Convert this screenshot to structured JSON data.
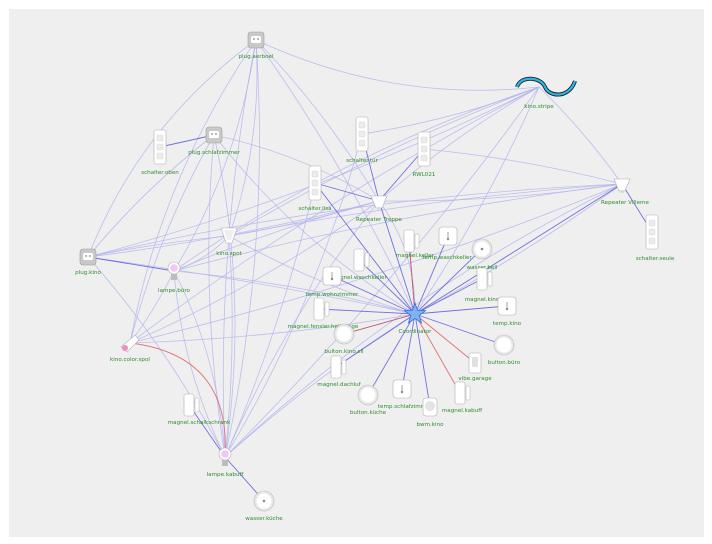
{
  "colors": {
    "background": "#efefef",
    "router_link": "#5b5bdc",
    "mesh_link": "#b4b4ee",
    "weak_link": "#e05a5a",
    "label": "#2e8b2e",
    "coordinator": "#7fb2ee"
  },
  "nodes": [
    {
      "id": "plug_aerboel",
      "label": "plug.aerboel",
      "icon": "plug-icon"
    },
    {
      "id": "kino_stripe",
      "label": "kino.stripe",
      "icon": "led-strip-icon"
    },
    {
      "id": "schalter_oben",
      "label": "schalter.oben",
      "icon": "wall-switch-icon"
    },
    {
      "id": "plug_schlafzimmer",
      "label": "plug.schlafzimmer",
      "icon": "plug-icon"
    },
    {
      "id": "schalter_tuer",
      "label": "schalter.tür",
      "icon": "wall-switch-icon"
    },
    {
      "id": "rwl021",
      "label": "RWL021",
      "icon": "wall-switch-icon"
    },
    {
      "id": "schalter_lisa",
      "label": "schalter.lisa",
      "icon": "wall-switch-icon"
    },
    {
      "id": "repeater_treppe",
      "label": "Repeater Treppe",
      "icon": "repeater-icon"
    },
    {
      "id": "repeater_villeme",
      "label": "Repeater Villeme",
      "icon": "repeater-icon"
    },
    {
      "id": "schalter_seule",
      "label": "schalter.seule",
      "icon": "wall-switch-icon"
    },
    {
      "id": "kino_spot",
      "label": "kino.spot",
      "icon": "spot-icon"
    },
    {
      "id": "plug_kino",
      "label": "plug.kino",
      "icon": "plug-icon"
    },
    {
      "id": "lampe_buero",
      "label": "lampe.büro",
      "icon": "bulb-icon"
    },
    {
      "id": "magnet_keller",
      "label": "magnel.keller",
      "icon": "door-sensor-icon"
    },
    {
      "id": "temp_waschkeller",
      "label": "temp.waschkeller",
      "icon": "temp-sensor-icon"
    },
    {
      "id": "wasser_bell",
      "label": "wasser.bell",
      "icon": "water-sensor-icon"
    },
    {
      "id": "magnet_waschkeller",
      "label": "magnel.waschkeller",
      "icon": "door-sensor-icon"
    },
    {
      "id": "temp_wohnzimmer",
      "label": "temp.wohnzimmer",
      "icon": "temp-sensor-icon"
    },
    {
      "id": "magnet_kino",
      "label": "magnel.kino",
      "icon": "door-sensor-icon"
    },
    {
      "id": "temp_kino",
      "label": "temp.kino",
      "icon": "temp-sensor-icon"
    },
    {
      "id": "magnet_fenster",
      "label": "magnel.fensler.helbelage",
      "icon": "door-sensor-icon"
    },
    {
      "id": "coordinator",
      "label": "Coordinator",
      "icon": "coordinator-star-icon"
    },
    {
      "id": "button_kino",
      "label": "bulton.kino.cil",
      "icon": "button-icon"
    },
    {
      "id": "button_buero",
      "label": "bulton.büro",
      "icon": "button-icon"
    },
    {
      "id": "kino_color_spot",
      "label": "kino.color.spol",
      "icon": "color-spot-icon"
    },
    {
      "id": "magnet_dachlufe",
      "label": "magnel.dachluf",
      "icon": "door-sensor-icon"
    },
    {
      "id": "vibe_garage",
      "label": "vibe.garage",
      "icon": "vibration-sensor-icon"
    },
    {
      "id": "temp_schlafzimmer",
      "label": "temp.schlafzimm",
      "icon": "temp-sensor-icon"
    },
    {
      "id": "button_kueche",
      "label": "bulton.küche",
      "icon": "button-icon"
    },
    {
      "id": "magnet_kabuff",
      "label": "magnel.kabuff",
      "icon": "door-sensor-icon"
    },
    {
      "id": "bwm_kino",
      "label": "bwm.kino",
      "icon": "motion-sensor-icon"
    },
    {
      "id": "magnet_schalkschrank",
      "label": "magnel.schalkschrank",
      "icon": "door-sensor-icon"
    },
    {
      "id": "lampe_kabuff",
      "label": "lampe.kabuff",
      "icon": "bulb-icon"
    },
    {
      "id": "wasser_kueche",
      "label": "wasser.küche",
      "icon": "water-sensor-icon"
    }
  ]
}
